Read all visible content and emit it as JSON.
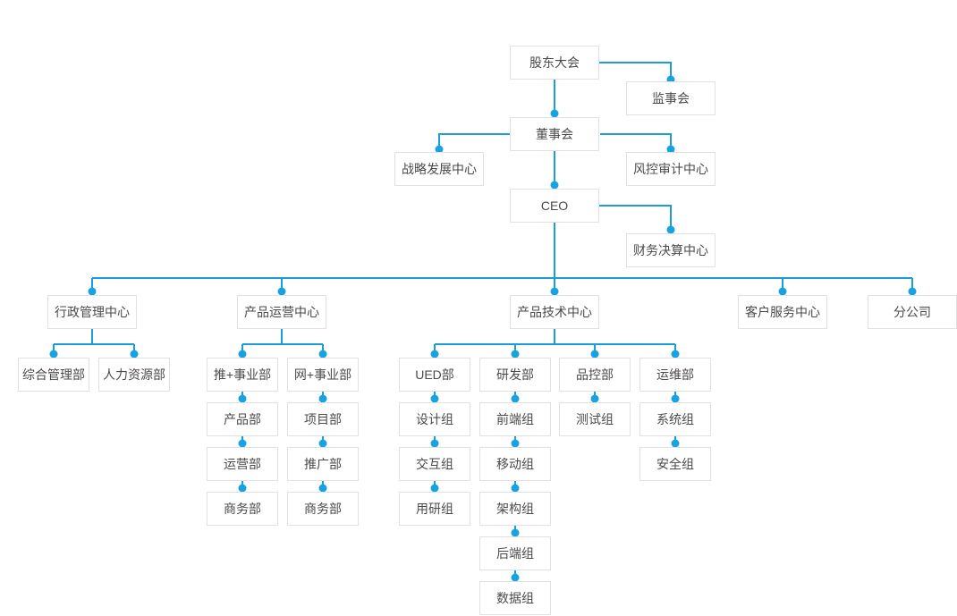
{
  "nodes": {
    "shareholders_meeting": {
      "label": "股东大会"
    },
    "supervisory_board": {
      "label": "监事会"
    },
    "board_of_directors": {
      "label": "董事会"
    },
    "strategy_center": {
      "label": "战略发展中心"
    },
    "risk_audit_center": {
      "label": "风控审计中心"
    },
    "ceo": {
      "label": "CEO"
    },
    "finance_center": {
      "label": "财务决算中心"
    },
    "admin_center": {
      "label": "行政管理中心"
    },
    "general_dept": {
      "label": "综合管理部"
    },
    "hr_dept": {
      "label": "人力资源部"
    },
    "product_ops_center": {
      "label": "产品运营中心"
    },
    "tui_division": {
      "label": "推+事业部"
    },
    "wang_division": {
      "label": "网+事业部"
    },
    "product_dept": {
      "label": "产品部"
    },
    "operations_dept": {
      "label": "运营部"
    },
    "business_dept_1": {
      "label": "商务部"
    },
    "project_dept": {
      "label": "项目部"
    },
    "promotion_dept": {
      "label": "推广部"
    },
    "business_dept_2": {
      "label": "商务部"
    },
    "product_tech_center": {
      "label": "产品技术中心"
    },
    "ued_dept": {
      "label": "UED部"
    },
    "design_team": {
      "label": "设计组"
    },
    "interaction_team": {
      "label": "交互组"
    },
    "research_team": {
      "label": "用研组"
    },
    "rd_dept": {
      "label": "研发部"
    },
    "frontend_team": {
      "label": "前端组"
    },
    "mobile_team": {
      "label": "移动组"
    },
    "architecture_team": {
      "label": "架构组"
    },
    "backend_team": {
      "label": "后端组"
    },
    "data_team": {
      "label": "数据组"
    },
    "qc_dept": {
      "label": "品控部"
    },
    "testing_team": {
      "label": "测试组"
    },
    "ops_dept": {
      "label": "运维部"
    },
    "system_team": {
      "label": "系统组"
    },
    "security_team": {
      "label": "安全组"
    },
    "customer_service_center": {
      "label": "客户服务中心"
    },
    "branch_company": {
      "label": "分公司"
    }
  },
  "colors": {
    "connector_line": "#1b9dd9",
    "connector_dot": "#17a3e2",
    "node_border": "#e1e1e1",
    "node_text": "#4a4a4a",
    "background": "#ffffff"
  }
}
